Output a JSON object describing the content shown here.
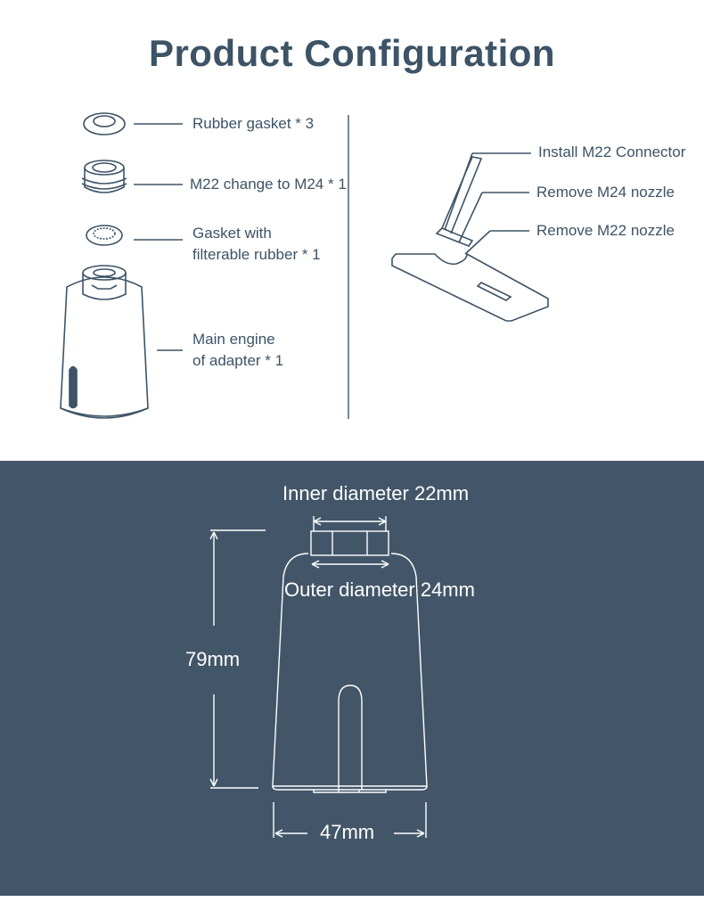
{
  "title": "Product Configuration",
  "parts": [
    {
      "label_lines": [
        "Rubber gasket * 3"
      ],
      "icon": "rubber-gasket"
    },
    {
      "label_lines": [
        "M22 change to M24 * 1"
      ],
      "icon": "threaded-connector"
    },
    {
      "label_lines": [
        "Gasket with",
        "filterable rubber * 1"
      ],
      "icon": "filter-gasket"
    },
    {
      "label_lines": [
        "Main engine",
        "of adapter * 1"
      ],
      "icon": "adapter-body"
    }
  ],
  "wrench_labels": [
    "Install M22 Connector",
    "Remove M24 nozzle",
    "Remove M22 nozzle"
  ],
  "dimensions": {
    "inner": "Inner diameter 22mm",
    "outer": "Outer diameter 24mm",
    "height": "79mm",
    "width": "47mm"
  },
  "colors": {
    "text": "#3d5366",
    "panel": "#435669",
    "panel_text": "#ffffff"
  }
}
